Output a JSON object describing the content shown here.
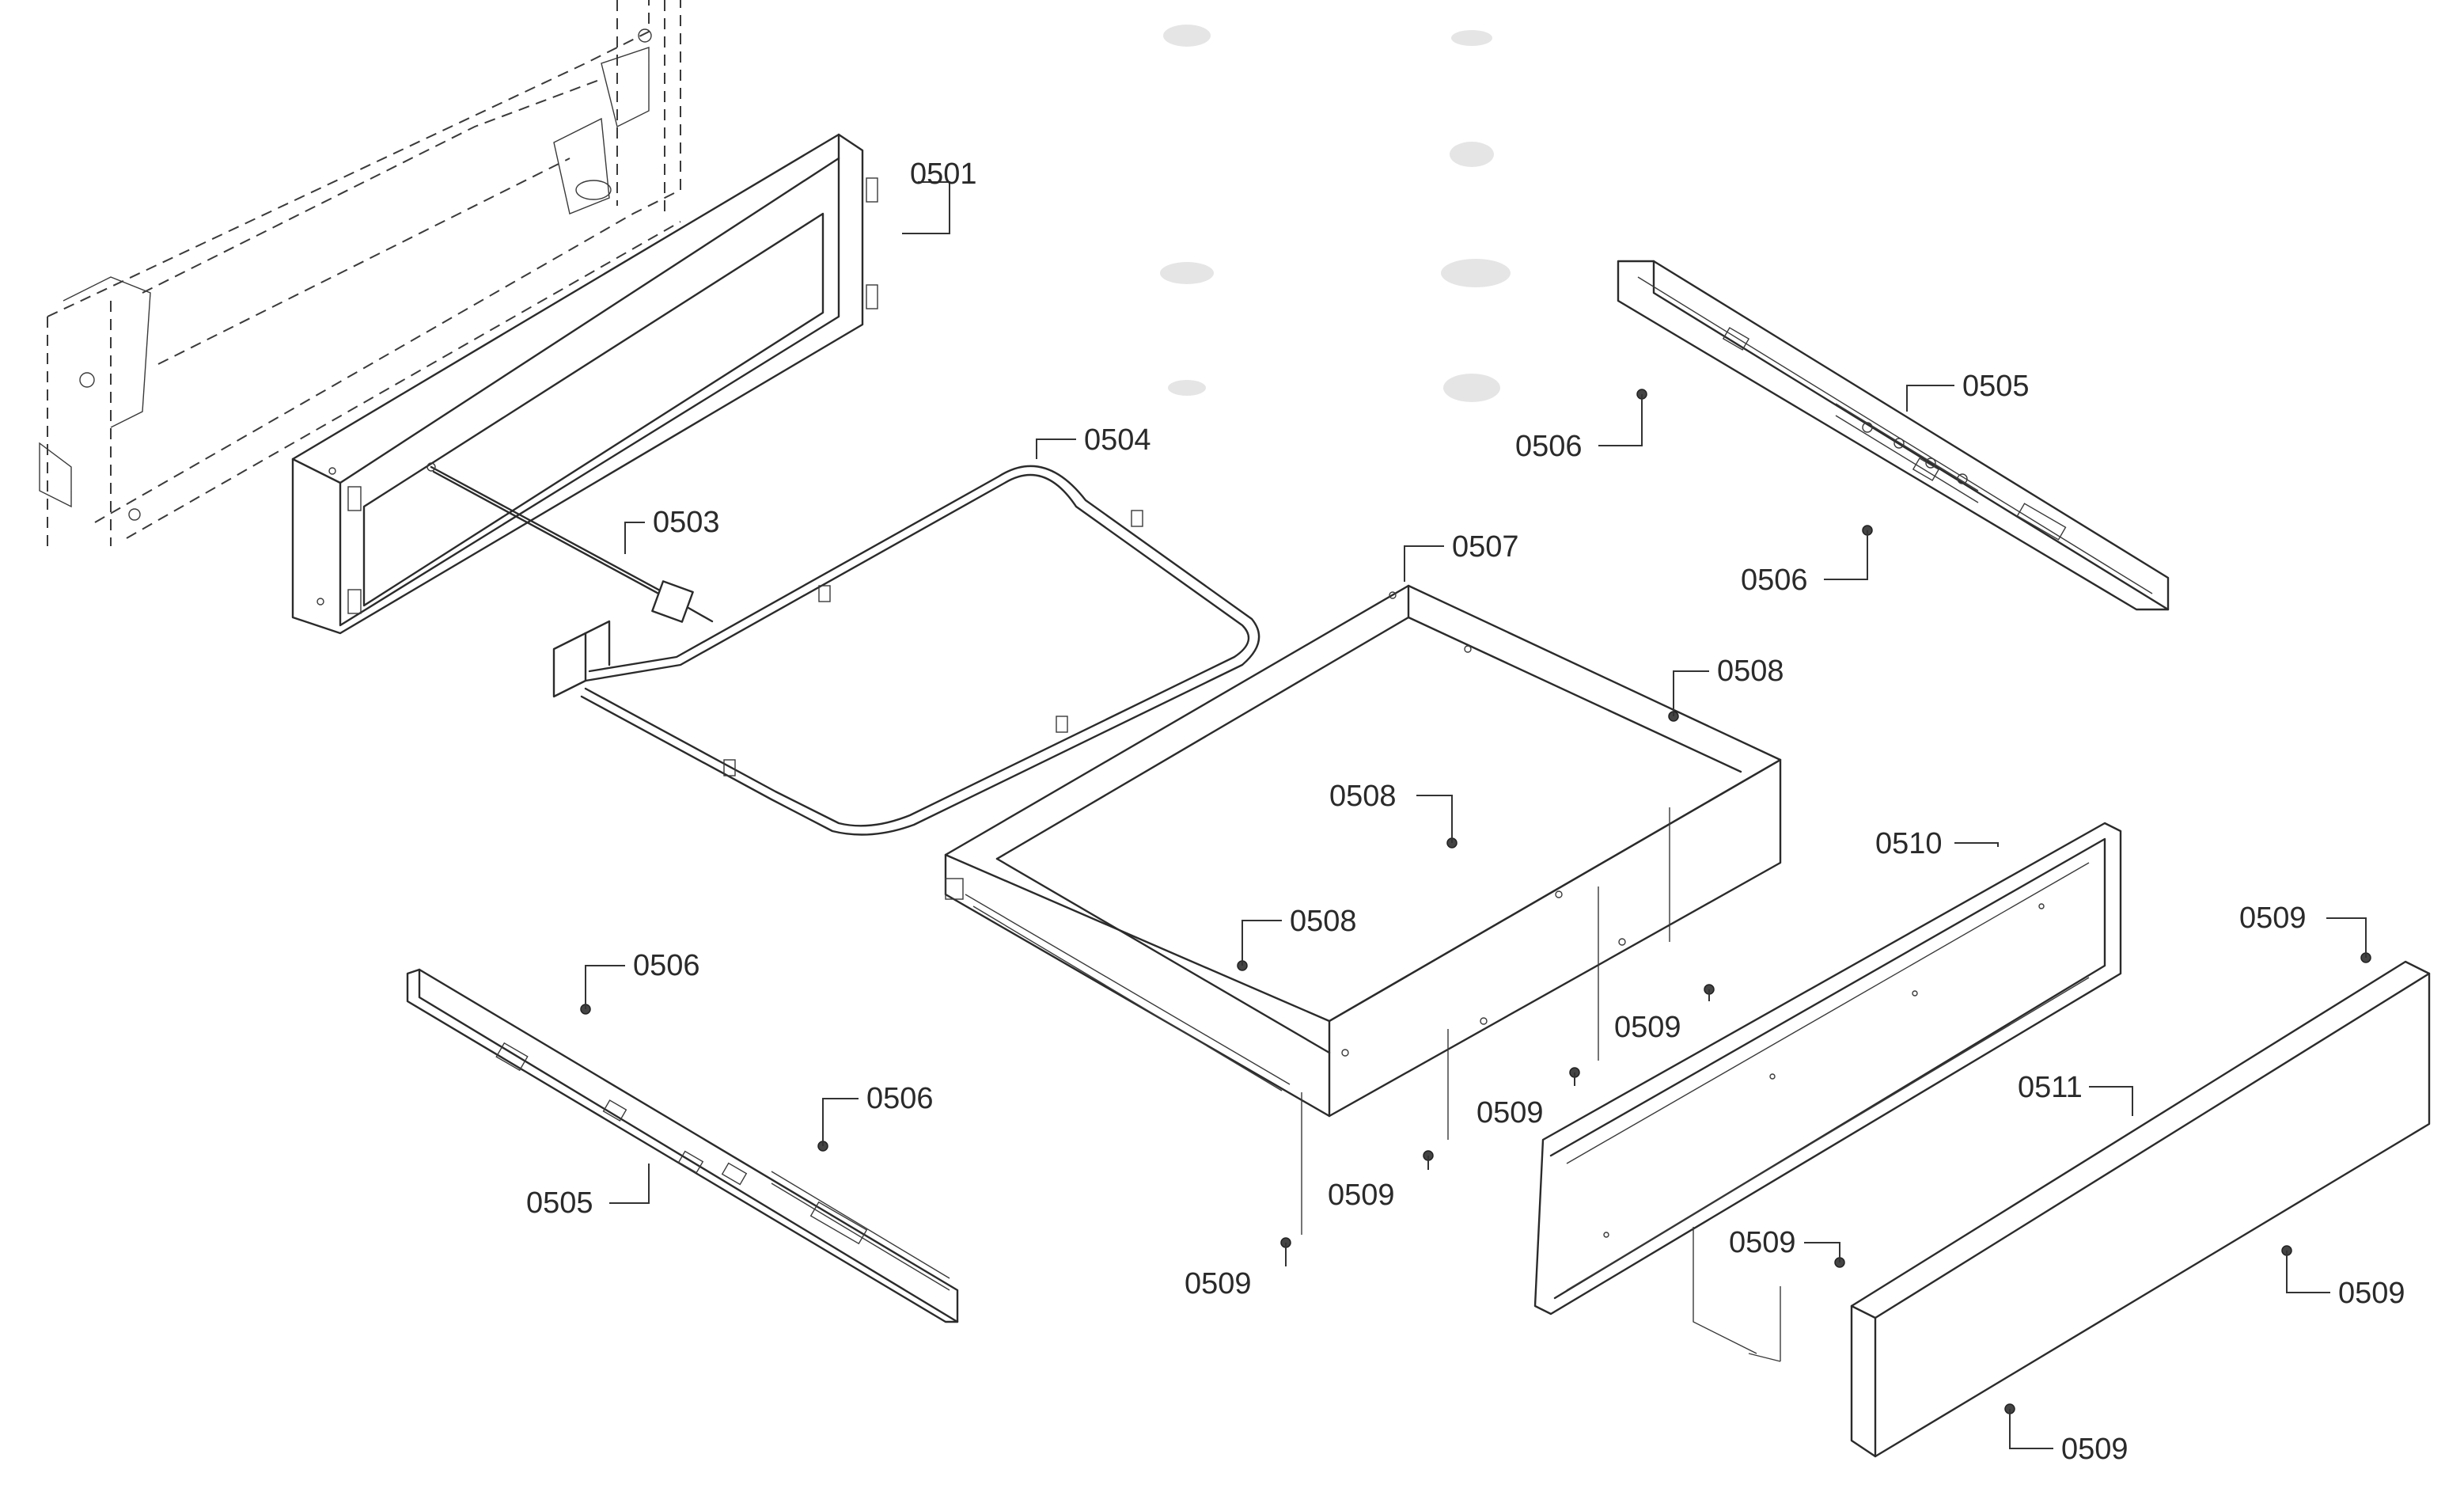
{
  "labels": {
    "p0501": "0501",
    "p0503": "0503",
    "p0504": "0504",
    "p0505_right": "0505",
    "p0505_left": "0505",
    "p0506_right_top": "0506",
    "p0506_right_bottom": "0506",
    "p0506_left_top": "0506",
    "p0506_left_bottom": "0506",
    "p0507": "0507",
    "p0508_top": "0508",
    "p0508_mid": "0508",
    "p0508_low": "0508",
    "p0509_a": "0509",
    "p0509_b": "0509",
    "p0509_c": "0509",
    "p0509_d": "0509",
    "p0509_e": "0509",
    "p0509_f": "0509",
    "p0509_g": "0509",
    "p0509_h": "0509",
    "p0510": "0510",
    "p0511": "0511"
  }
}
